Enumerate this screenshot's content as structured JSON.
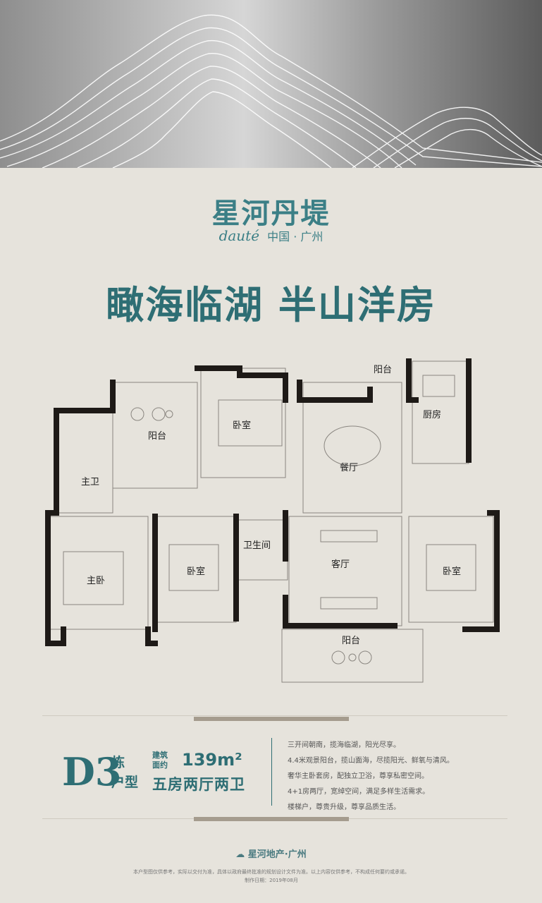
{
  "brand": {
    "name_cn": "星河丹堤",
    "name_en": "dauté",
    "location": "中国 · 广州"
  },
  "slogan": "瞰海临湖 半山洋房",
  "rooms": {
    "balcony_top": "阳台",
    "bedroom_top": "卧室",
    "dining": "餐厅",
    "kitchen": "厨房",
    "kitchen_balcony": "阳台",
    "master_bath": "主卫",
    "master_bedroom": "主卧",
    "bedroom_mid": "卧室",
    "bathroom": "卫生间",
    "living": "客厅",
    "bedroom_right": "卧室",
    "balcony_bottom": "阳台"
  },
  "unit": {
    "code": "D3",
    "building": "栋",
    "type_label": "户型",
    "area_label_1": "建筑",
    "area_label_2": "面约",
    "area": "139m²",
    "layout": "五房两厅两卫"
  },
  "features": [
    "三开间朝南，揽海临湖，阳光尽享。",
    "4.4米观景阳台，揽山面海，尽揽阳光、鲜氧与清风。",
    "奢华主卧套房，配独立卫浴，尊享私密空间。",
    "4+1房两厅，宽绰空间，满足多样生活需求。",
    "楼梯户，尊贵升级，尊享品质生活。"
  ],
  "footer": {
    "logo": "星河地产·广州",
    "disclaimer": "本户型图仅供参考，实际以交付为准，具体以政府最终批准的规划设计文件为准。以上内容仅供参考，不构成任何要约或承诺。",
    "date": "制作日期：2019年08月"
  },
  "colors": {
    "teal": "#2e6e74",
    "wall": "#1e1a17",
    "background": "#e6e3dc"
  }
}
